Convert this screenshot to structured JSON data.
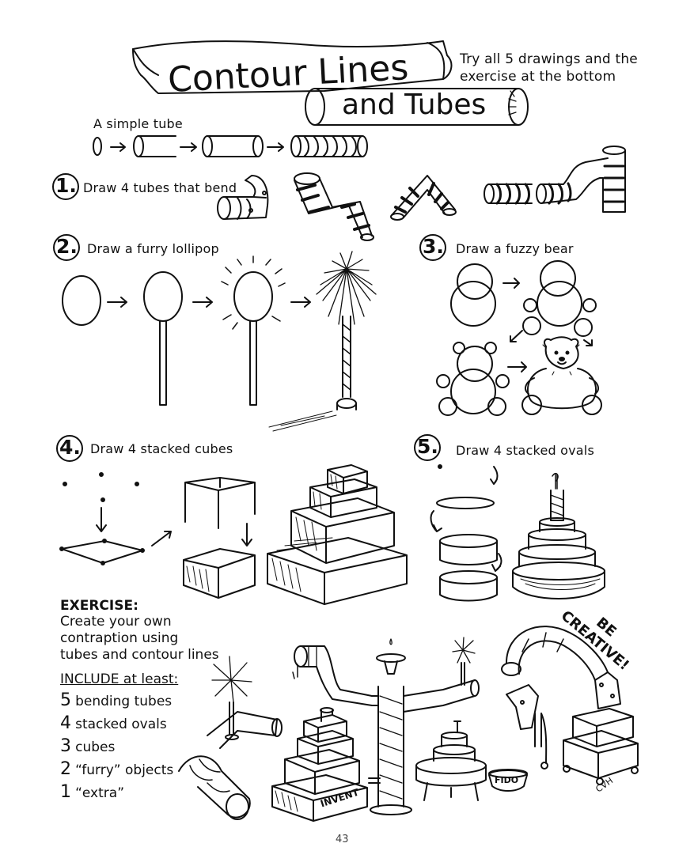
{
  "title": {
    "line1": "Contour Lines",
    "line2": "and Tubes"
  },
  "instructions": "Try all 5 drawings and the exercise at the bottom",
  "simple_tube_label": "A simple tube",
  "steps": [
    {
      "number": "1.",
      "label": "Draw 4 tubes that bend"
    },
    {
      "number": "2.",
      "label": "Draw a furry lollipop"
    },
    {
      "number": "3.",
      "label": "Draw a fuzzy bear"
    },
    {
      "number": "4.",
      "label": "Draw 4 stacked cubes"
    },
    {
      "number": "5.",
      "label": "Draw 4 stacked ovals"
    }
  ],
  "exercise": {
    "heading": "EXERCISE:",
    "lines": [
      "Create your own",
      "contraption using",
      "tubes and contour lines"
    ],
    "include_heading": "INCLUDE at least:",
    "items": [
      {
        "count": "5",
        "text": "bending tubes"
      },
      {
        "count": "4",
        "text": "stacked ovals"
      },
      {
        "count": "3",
        "text": "cubes"
      },
      {
        "count": "2",
        "text": "“furry” objects"
      },
      {
        "count": "1",
        "text": "“extra”"
      }
    ]
  },
  "be_creative": {
    "line1": "BE",
    "line2": "CREATIVE!"
  },
  "drawing_labels": {
    "box1": "INVENT",
    "bowl": "FIDO",
    "signature": "CVH"
  },
  "page_number": "43"
}
